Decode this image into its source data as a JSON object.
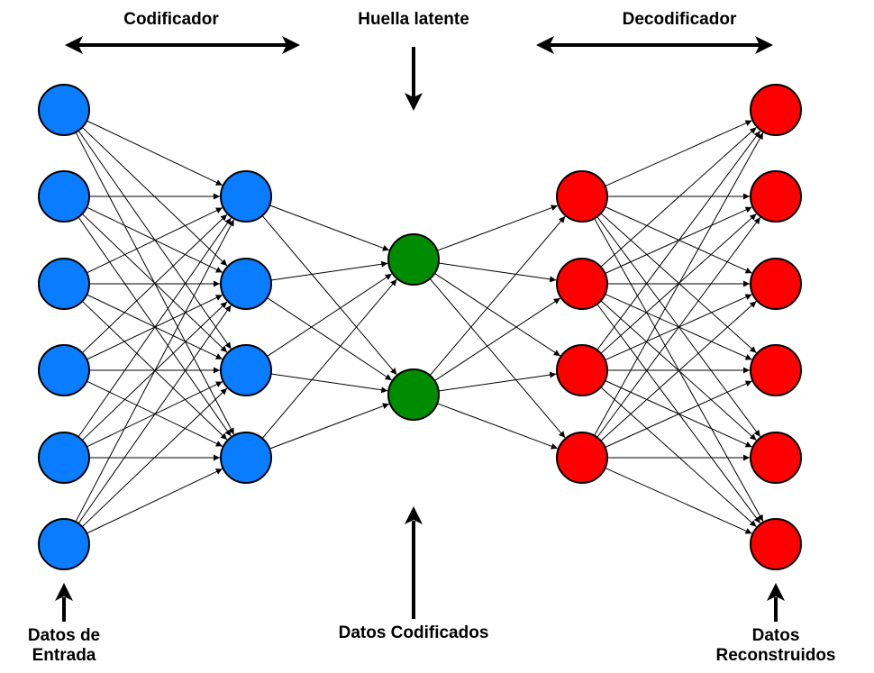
{
  "labels": {
    "encoder": "Codificador",
    "latent": "Huella latente",
    "decoder": "Decodificador",
    "input": "Datos de\nEntrada",
    "encoded": "Datos Codificados",
    "output": "Datos\nReconstruidos"
  },
  "network": {
    "layers": [
      {
        "role": "input",
        "nodes": 6,
        "color": "#0a7cff"
      },
      {
        "role": "encoder-hidden",
        "nodes": 4,
        "color": "#0a7cff"
      },
      {
        "role": "latent",
        "nodes": 2,
        "color": "#008c00"
      },
      {
        "role": "decoder-hidden",
        "nodes": 4,
        "color": "#ff0000"
      },
      {
        "role": "output",
        "nodes": 6,
        "color": "#ff0000"
      }
    ],
    "connectivity": "fully-connected"
  },
  "colors": {
    "encoder": "#0a7cff",
    "latent": "#008c00",
    "decoder": "#ff0000",
    "stroke": "#000000"
  }
}
